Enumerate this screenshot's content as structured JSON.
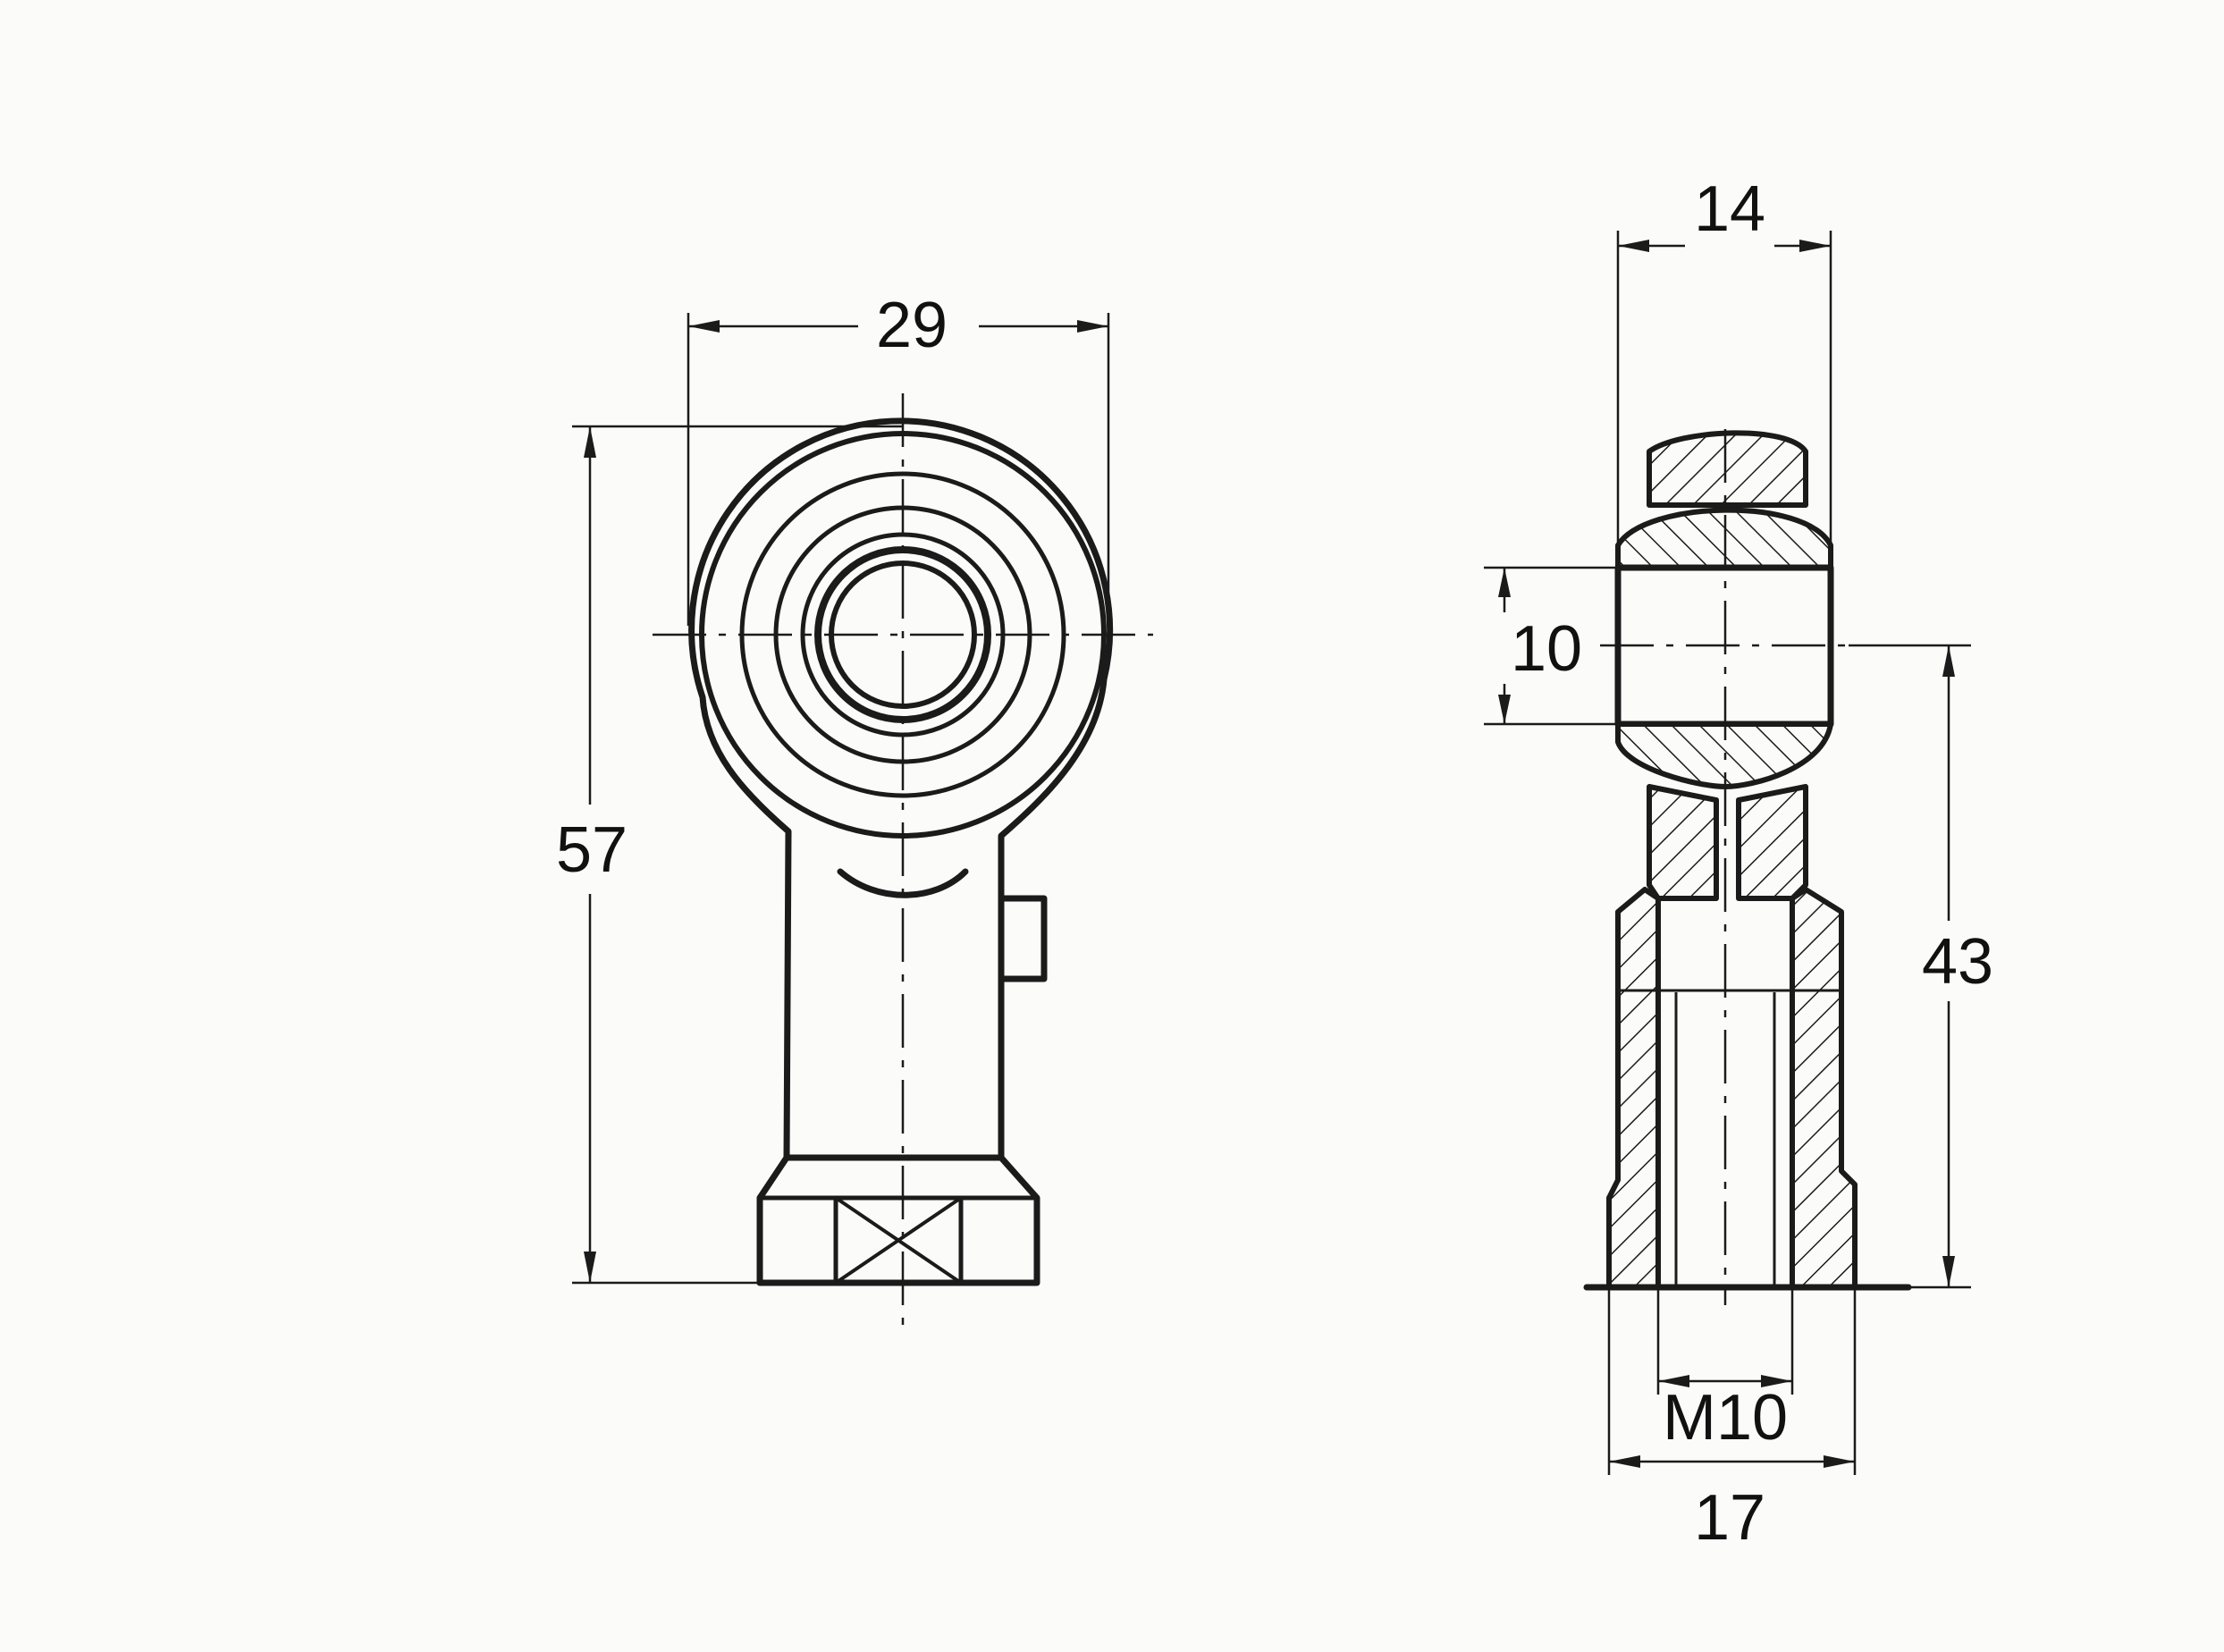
{
  "dimensions": {
    "front_width": "29",
    "front_height": "57",
    "side_width": "14",
    "bore": "10",
    "thread_length": "43",
    "thread": "M10",
    "body_width": "17"
  }
}
